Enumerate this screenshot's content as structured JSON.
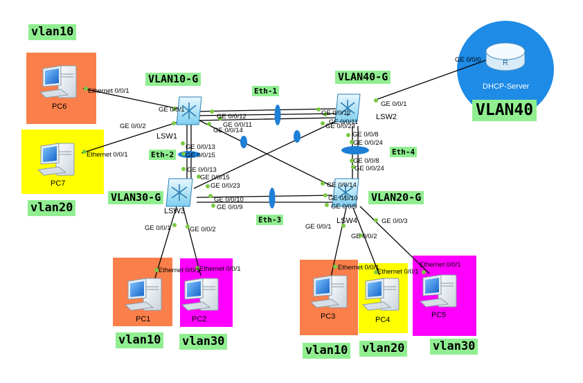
{
  "vlan_tags": {
    "top_left": "vlan10",
    "pc7_bottom": "vlan20",
    "lsw1_group": "VLAN10-G",
    "lsw2_group": "VLAN40-G",
    "lsw3_group": "VLAN30-G",
    "lsw4_group": "VLAN20-G",
    "server_vlan": "VLAN40",
    "pc1_bottom": "vlan10",
    "pc2_bottom": "vlan30",
    "pc3_bottom": "vlan10",
    "pc4_bottom": "vlan20",
    "pc5_bottom": "vlan30"
  },
  "eth_tags": {
    "eth1": "Eth-1",
    "eth2": "Eth-2",
    "eth3": "Eth-3",
    "eth4": "Eth-4"
  },
  "devices": {
    "pc6": "PC6",
    "pc7": "PC7",
    "pc1": "PC1",
    "pc2": "PC2",
    "pc3": "PC3",
    "pc4": "PC4",
    "pc5": "PC5",
    "lsw1": "LSW1",
    "lsw2": "LSW2",
    "lsw3": "LSW3",
    "lsw4": "LSW4",
    "server": "DHCP-Server",
    "server_glyph": "R"
  },
  "ports": {
    "pc6_eth": "Ethernet 0/0/1",
    "pc7_eth": "Ethernet 0/0/1",
    "lsw1_g1": "GE 0/0/1",
    "lsw1_g2": "GE 0/0/2",
    "lsw1_g12": "GE 0/0/12",
    "lsw1_g11": "GE 0/0/11",
    "lsw1_g14": "GE 0/0/14",
    "lsw1_g13": "GE 0/0/13",
    "lsw1_g15": "GE 0/0/15",
    "lsw2_g0": "GE 0/0/0",
    "lsw2_g1": "GE 0/0/1",
    "lsw2_g12": "GE 0/0/12",
    "lsw2_g11": "GE 0/0/11",
    "lsw2_g23": "GE 0/0/23",
    "lsw2_g8": "GE 0/0/8",
    "lsw2_g24": "GE 0/0/24",
    "lsw4_g8": "GE 0/0/8",
    "lsw4_g24": "GE 0/0/24",
    "lsw3_g13": "GE 0/0/13",
    "lsw3_g15": "GE 0/0/15",
    "lsw3_g23": "GE 0/0/23",
    "lsw3_g10": "GE 0/0/10",
    "lsw3_g9": "GE 0/0/9",
    "lsw3_g1": "GE 0/0/1",
    "lsw3_g2": "GE 0/0/2",
    "lsw4_g14": "GE 0/0/14",
    "lsw4_g10": "GE 0/0/10",
    "lsw4_g9": "GE 0/0/9",
    "lsw4_g1": "GE 0/0/1",
    "lsw4_g2": "GE 0/0/2",
    "lsw4_g3": "GE 0/0/3",
    "pc1_eth": "Ethernet 0/0/1",
    "pc2_eth": "Ethernet 0/0/1",
    "pc3_eth": "Ethernet 0/0/1",
    "pc4_eth": "Ethernet 0/0/1",
    "pc5_eth": "Ethernet 0/0/1"
  },
  "colors": {
    "orange": "#fb7f4b",
    "yellow": "#ffff00",
    "magenta": "#ff00ff",
    "server_blue": "#1e8be6",
    "tag_green": "#90ee90",
    "port_dot": "#7ac943",
    "eth_bundle": "#1e7fd6"
  }
}
